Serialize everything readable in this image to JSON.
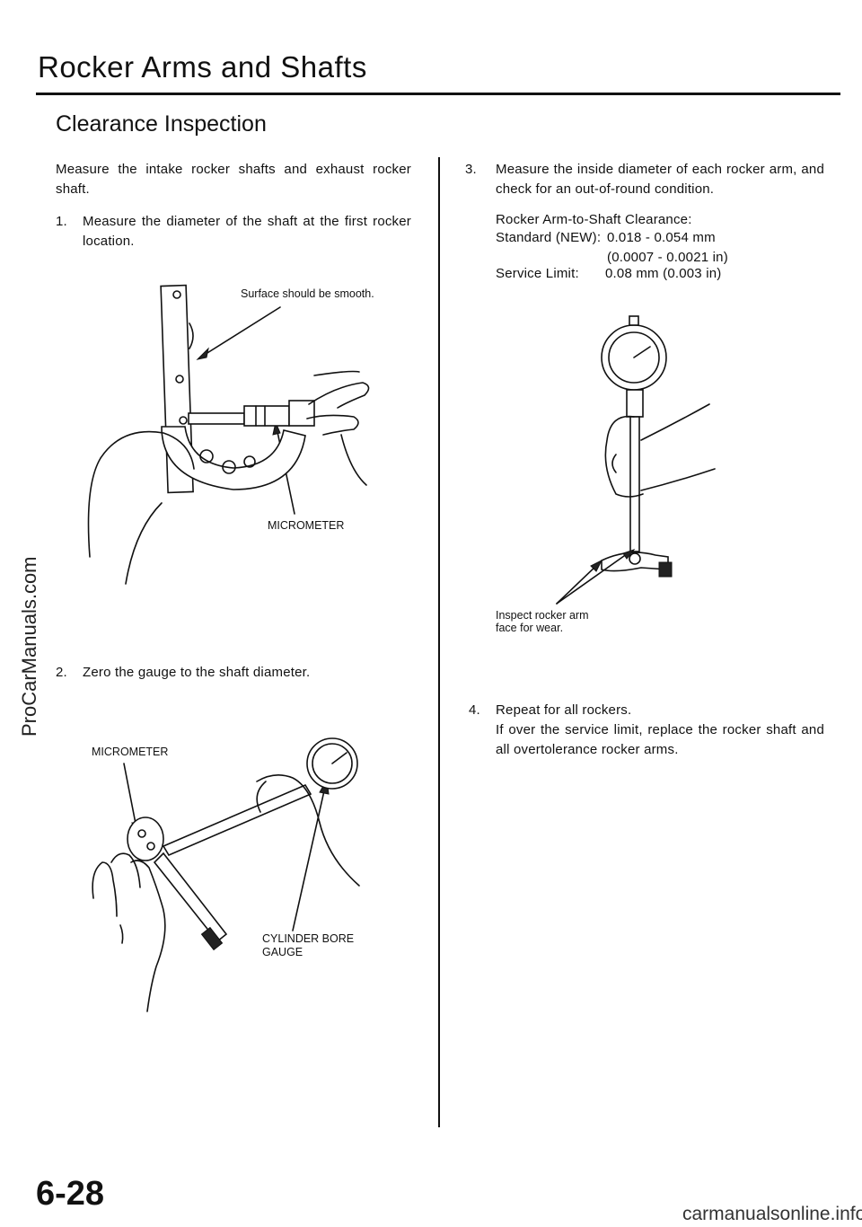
{
  "header": {
    "title": "Rocker Arms and Shafts"
  },
  "section": {
    "title": "Clearance Inspection"
  },
  "left": {
    "intro": "Measure the intake rocker shafts and exhaust rocker shaft.",
    "step1_num": "1.",
    "step1_text": "Measure the diameter of the shaft at the first rocker location.",
    "fig1_label_surface": "Surface should be smooth.",
    "fig1_label_micrometer": "MICROMETER",
    "step2_num": "2.",
    "step2_text": "Zero the gauge to the shaft diameter.",
    "fig2_label_micrometer": "MICROMETER",
    "fig2_label_gauge_1": "CYLINDER BORE",
    "fig2_label_gauge_2": "GAUGE"
  },
  "right": {
    "step3_num": "3.",
    "step3_text": "Measure the inside diameter of each rocker arm, and check for an out-of-round condition.",
    "spec_heading": "Rocker Arm-to-Shaft Clearance:",
    "spec_standard_label": "Standard (NEW):",
    "spec_standard_value": "0.018 - 0.054 mm",
    "spec_standard_value_in": "(0.0007 - 0.0021 in)",
    "spec_limit_label": "Service Limit:",
    "spec_limit_value": "0.08 mm (0.003 in)",
    "fig3_label_1": "Inspect rocker arm",
    "fig3_label_2": "face for wear.",
    "step4_num": "4.",
    "step4_text_1": "Repeat for all rockers.",
    "step4_text_2": "If over the service limit, replace the rocker shaft and all overtolerance rocker arms."
  },
  "footer": {
    "page_number": "6-28",
    "watermark_side": "ProCarManuals.com",
    "watermark_bottom": "carmanualsonline.info"
  }
}
